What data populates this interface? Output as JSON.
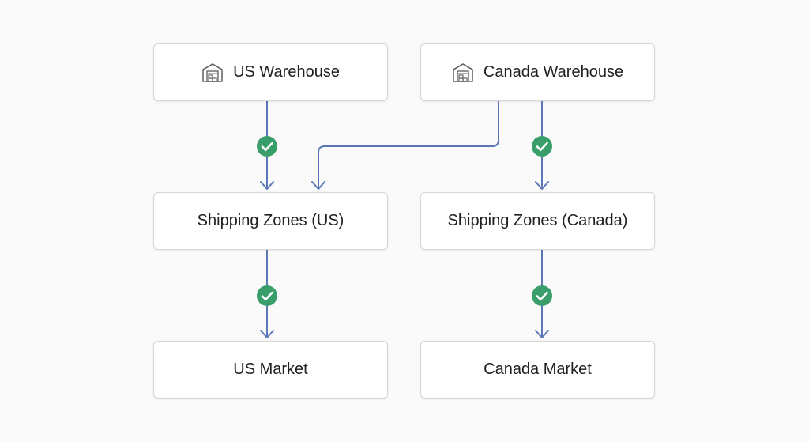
{
  "diagram": {
    "nodes": {
      "us_warehouse": {
        "label": "US Warehouse",
        "icon": "warehouse-icon"
      },
      "canada_warehouse": {
        "label": "Canada Warehouse",
        "icon": "warehouse-icon"
      },
      "shipping_us": {
        "label": "Shipping Zones (US)"
      },
      "shipping_canada": {
        "label": "Shipping Zones (Canada)"
      },
      "us_market": {
        "label": "US Market"
      },
      "canada_market": {
        "label": "Canada Market"
      }
    },
    "edges": [
      {
        "from": "US Warehouse",
        "to": "Shipping Zones (US)",
        "status": "check"
      },
      {
        "from": "Canada Warehouse",
        "to": "Shipping Zones (US)",
        "status": "none"
      },
      {
        "from": "Canada Warehouse",
        "to": "Shipping Zones (Canada)",
        "status": "check"
      },
      {
        "from": "Shipping Zones (US)",
        "to": "US Market",
        "status": "check"
      },
      {
        "from": "Shipping Zones (Canada)",
        "to": "Canada Market",
        "status": "check"
      }
    ],
    "colors": {
      "connector": "#5b77b8",
      "check_fill": "#3a9e6a",
      "check_mark": "#ffffff",
      "node_border": "#d6d6d6",
      "text": "#1f1f1f",
      "icon": "#666666"
    }
  }
}
